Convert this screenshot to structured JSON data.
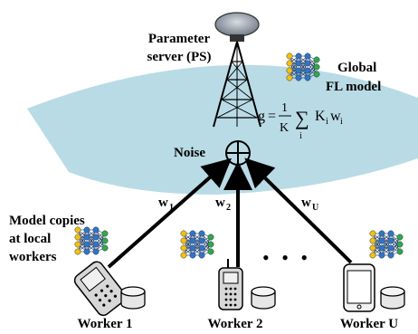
{
  "ps": {
    "label_line1": "Parameter",
    "label_line2": "server (PS)"
  },
  "global_model": {
    "label_line1": "Global",
    "label_line2": "FL model"
  },
  "formula": {
    "lhs": "g",
    "eq": "=",
    "num": "1",
    "den": "K",
    "sigma": "∑",
    "sub_i": "i",
    "term_K": "K",
    "term_w": "w",
    "term_i1": "i",
    "term_i2": "i"
  },
  "noise": {
    "label": "Noise",
    "symbol": "⊕"
  },
  "weights": [
    {
      "main": "w",
      "sub": "1"
    },
    {
      "main": "w",
      "sub": "2"
    },
    {
      "main": "w",
      "sub": "U"
    }
  ],
  "local": {
    "line1": "Model copies",
    "line2": "at local",
    "line3": "workers"
  },
  "dots": "• • •",
  "workers": [
    "Worker 1",
    "Worker 2",
    "Worker U"
  ],
  "colors": {
    "coverage": "#b9dbe6",
    "node_yellow": "#f2c014",
    "node_blue": "#2e75c8",
    "node_green": "#2fa84f",
    "edge": "#1a3a6a"
  }
}
